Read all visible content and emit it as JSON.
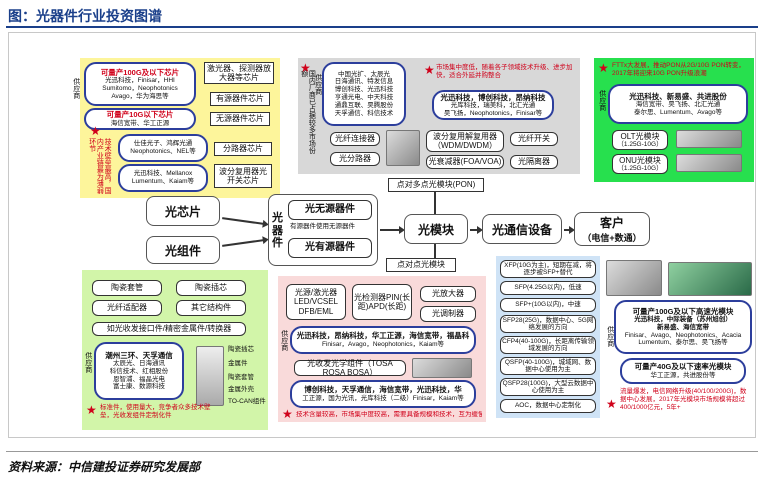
{
  "title": "图：光器件行业投资图谱",
  "source": "资料来源：中信建投证券研究发展部",
  "colors": {
    "accent": "#1a3f8a",
    "star": "#d0021b",
    "green": "#27e04e",
    "yellow": "#fdf59b"
  },
  "core": {
    "chip": "光芯片",
    "component": "光组件",
    "device": "光器件",
    "passive": "光无源器件",
    "active": "光有源器件",
    "device_note": "有源器件使用无源器件",
    "module": "光模块",
    "equipment": "光通信设备",
    "customer": "客户",
    "customer_sub": "（电信+数通）",
    "pon_label": "点对多点光模块(PON)",
    "p2p_label": "点对点光模块"
  },
  "chip_panel": {
    "oval1_head": "可量产100G及以下芯片",
    "oval1_lines": [
      "光迅科技，Finisar，HHI",
      "Sumitomo，Neophotonics",
      "Avago，华为海思等"
    ],
    "oval2_head": "可量产10G以下芯片",
    "oval2_lines": [
      "海信宽带、华工正源"
    ],
    "side_label": "供应商",
    "side_note": "技术壁垒最高，国内产业链最为薄弱环节",
    "boxes": [
      "激光器、探测器放大器等芯片",
      "有源器件芯片",
      "无源器件芯片",
      "分路器芯片",
      "波分复用器光开关芯片"
    ],
    "company1": "仕佳光子、鸿辉光通Neophotonics、NEL等",
    "company2": "光迅科技、Mellanox Lumentum、Kaiam等"
  },
  "passive_panel": {
    "oval_lines": [
      "中国光扩、太辰光",
      "日海通讯、特发信息",
      "博创科技、光迅科技",
      "亨通光电、中天科技",
      "通鼎互联、昊腾股份",
      "天孚通信、科信技术"
    ],
    "side_label": "供应商",
    "vertical_note": "国内厂商已占据较多市场份额",
    "top_note": "市场集中度低，随着各子领域技术升级、进步加快，适合外延并购整合",
    "oval2_head": "光迅科技，博创科技，昂纳科技",
    "oval2_lines": [
      "光库科技，瑞美科，北汇光通",
      "昊飞扬，Neophotonics，Finisar等"
    ],
    "boxes": [
      "光纤连接器",
      "光分路器",
      "波分复用解复用器（WDM/DWDM）",
      "光纤开关",
      "光衰减器(FOA/VOA)",
      "光隔离器"
    ]
  },
  "pon_panel": {
    "top_note": "FTTx大发展，推动PON从2G/10G PON转变，2017年将迎来10G PON升级浪潮",
    "side_label": "供应商",
    "oval_head": "光迅科技、新易盛、共进股份",
    "oval_lines": [
      "海信宽带、昊飞扬、北汇光通",
      "泰尔思、Lumentum、Avago等"
    ],
    "olt_title": "OLT光模块",
    "olt_sub": "（1.25G-10G）",
    "onu_title": "ONU光模块",
    "onu_sub": "（1.25G-10G）"
  },
  "component_panel": {
    "boxes": [
      "陶瓷套管",
      "陶瓷插芯",
      "光纤适配器",
      "其它结构件",
      "如光收发接口件/精密金属件/转换器"
    ],
    "oval_head": "潮州三环、天孚通信",
    "oval_lines": [
      "太辰光、日海通讯",
      "科信技术、红相股份",
      "恩智浦、福晶光电",
      "富士康、数源科技"
    ],
    "side_label": "供应商",
    "bottom_note": "标准件，使用量大，竞争者众多技术壁垒，光收发组件定制化件",
    "diagram_labels": [
      "陶瓷插芯",
      "金属件",
      "陶瓷套管",
      "金属外壳",
      "TO-CAN组件"
    ]
  },
  "active_panel": {
    "boxes": [
      "光源/激光器LED/VCSEL DFB/EML",
      "光检测器PIN(长距)APD(长距)",
      "光放大器",
      "光调制器",
      "光收发光学组件（TOSA ROSA BOSA）"
    ],
    "oval1_head": "光迅科技，昂纳科技，华工正源，海信宽带，福晶科",
    "oval1_lines": [
      "Finisar，Avago，Neophotonics，Kaiam等"
    ],
    "side_label": "供应商",
    "oval2_head": "博创科技，天孚通信，海信宽带，光迅科技，华",
    "oval2_lines": [
      "工正源，国为光讯，光库科技（二级）Finisar，Kaiam等"
    ],
    "bottom_note": "技术含量较高，市场集中度较高，需要具备规模和技术，互为缓慢变革和趋势"
  },
  "p2p_panel": {
    "items": [
      "XFP(10G为主)，短期在减，将逐步被SFP+替代",
      "SFP(4.25G以内)，低速",
      "SFP+(10G以内)，中速",
      "SFP28(25G)，数据中心、5G网络发展的方向",
      "CFP4(40-100G)，长距离传输领域发展的方向",
      "QSFP(40-100G)，城域网、数据中心使用为主",
      "QSFP28(100G)，大型云数据中心使用为主",
      "AOC，数据中心定制化"
    ],
    "oval1_head": "可量产100G及以下高速光模块",
    "oval1_lines": [
      "光迅科技，中际装备（苏州旭创）",
      "新易盛、海信宽带"
    ],
    "side_label": "供应商",
    "oval1_more": [
      "Finisar、Avago、Neophotonics、Acacia",
      "Lumentum、泰尔思、昊飞扬等"
    ],
    "oval2_head": "可量产40G及以下速率光模块",
    "oval2_lines": [
      "华工正源，共进股份等"
    ],
    "bottom_note": "流量爆发，电信网络升级(40/100/200G)，数据中心发展，2017年光模块市场规模将超过400/1000亿元，5年+"
  }
}
